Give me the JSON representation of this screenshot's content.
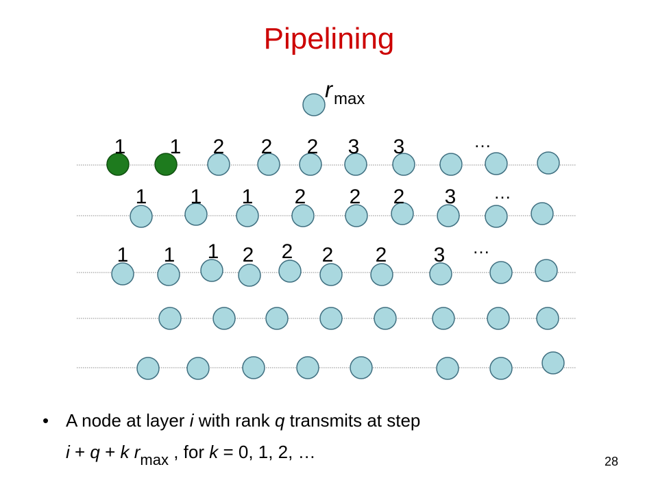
{
  "title": "Pipelining",
  "root_label": {
    "r": "r",
    "sub": "max"
  },
  "colors": {
    "node_fill": "#aad8df",
    "node_stroke": "#3f6f80",
    "active_fill": "#1e7b1e",
    "title": "#cc0000",
    "line": "#888888"
  },
  "layers": [
    {
      "labels": [
        "1",
        "1",
        "2",
        "2",
        "2",
        "3",
        "3"
      ],
      "ellipsis": "…",
      "active_nodes": [
        0,
        1
      ]
    },
    {
      "labels": [
        "1",
        "1",
        "1",
        "2",
        "2",
        "2",
        "3"
      ],
      "ellipsis": "…",
      "active_nodes": []
    },
    {
      "labels": [
        "1",
        "1",
        "1",
        "2",
        "2",
        "2",
        "2",
        "3"
      ],
      "ellipsis": "…",
      "active_nodes": []
    },
    {
      "labels": [],
      "ellipsis": "",
      "active_nodes": []
    },
    {
      "labels": [],
      "ellipsis": "",
      "active_nodes": []
    }
  ],
  "bullet": {
    "line1": {
      "a": "A node at layer ",
      "b": "i",
      "c": " with rank ",
      "d": "q",
      "e": " transmits at step"
    },
    "line2": {
      "a": "i",
      "b": " + ",
      "c": "q",
      "d": " + ",
      "e": "k r",
      "sub": "max",
      "f": " , for ",
      "g": "k",
      "h": " = 0, 1, 2, …"
    }
  },
  "page_number": "28"
}
